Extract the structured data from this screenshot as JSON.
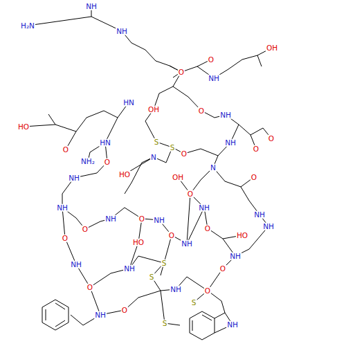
{
  "diagram": {
    "labels": [
      "NH",
      "H₂N",
      "NH",
      "O",
      "OH",
      "O",
      "NH",
      "HN",
      "OH",
      "O",
      "NH",
      "S",
      "S",
      "HN",
      "HO",
      "O",
      "NH₂",
      "O",
      "NH",
      "N",
      "O",
      "NH",
      "O",
      "N",
      "O",
      "HO",
      "OH",
      "O",
      "NH",
      "O",
      "NH",
      "O",
      "NH",
      "O",
      "NH",
      "O",
      "NH",
      "HO",
      "O",
      "NH",
      "O",
      "HO",
      "NH",
      "NH",
      "S",
      "S",
      "NH",
      "O",
      "NH",
      "O",
      "S",
      "S",
      "NH",
      "O",
      "NH",
      "NH",
      "O"
    ]
  }
}
